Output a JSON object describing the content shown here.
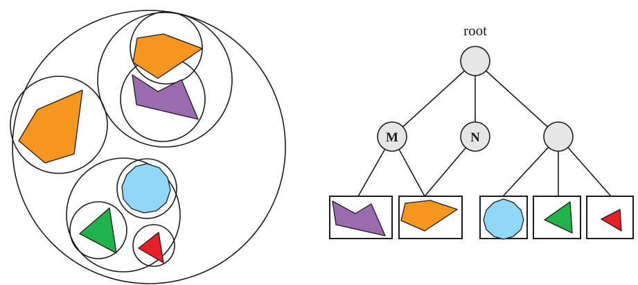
{
  "colors": {
    "orange": "#f5961f",
    "purple": "#9b6bb0",
    "light_blue": "#8fd8f7",
    "green": "#21b24b",
    "red": "#e8202a",
    "node_fill": "#e6e6e6",
    "outline": "#1a1a1a"
  },
  "tree": {
    "root_label": "root",
    "nodes": [
      {
        "id": "root",
        "label": ""
      },
      {
        "id": "m",
        "label": "M"
      },
      {
        "id": "n",
        "label": "N"
      },
      {
        "id": "unlabeled",
        "label": ""
      }
    ],
    "leaves": [
      "purple-polygon",
      "orange-polygon",
      "light-blue-polygon",
      "green-triangle",
      "red-triangle"
    ]
  }
}
